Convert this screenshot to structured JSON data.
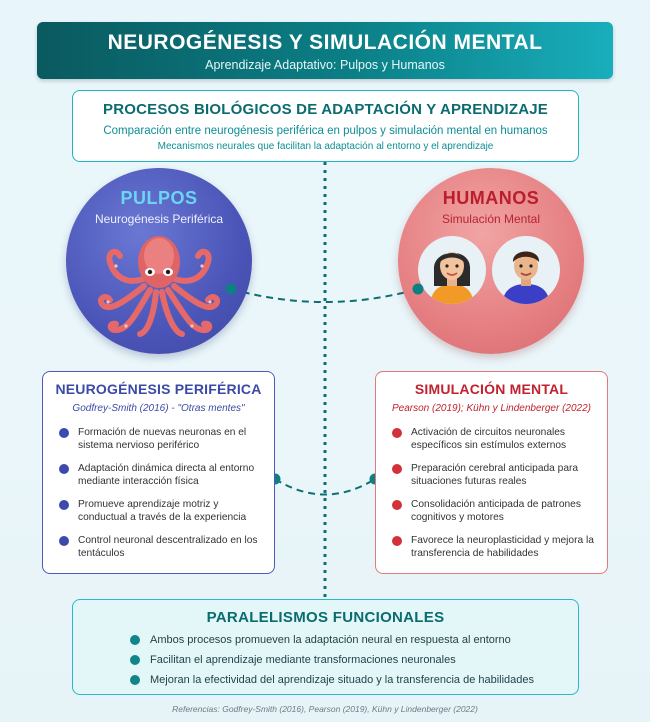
{
  "header": {
    "title": "NEUROGÉNESIS Y SIMULACIÓN MENTAL",
    "subtitle": "Aprendizaje Adaptativo: Pulpos y Humanos"
  },
  "process": {
    "title": "PROCESOS BIOLÓGICOS DE ADAPTACIÓN Y APRENDIZAJE",
    "line1": "Comparación entre neurogénesis periférica en pulpos y simulación mental en humanos",
    "line2": "Mecanismos neurales que facilitan la adaptación al entorno y el aprendizaje"
  },
  "octopus_circle": {
    "title": "PULPOS",
    "subtitle": "Neurogénesis Periférica",
    "icon": "octopus-icon"
  },
  "human_circle": {
    "title": "HUMANOS",
    "subtitle": "Simulación Mental",
    "icons": [
      "woman-avatar-icon",
      "man-avatar-icon"
    ]
  },
  "left_box": {
    "title": "NEUROGÉNESIS PERIFÉRICA",
    "citation": "Godfrey-Smith (2016) - \"Otras mentes\"",
    "items": [
      "Formación de nuevas neuronas en el sistema nervioso periférico",
      "Adaptación dinámica directa al entorno mediante interacción física",
      "Promueve aprendizaje motriz y conductual a través de la experiencia",
      "Control neuronal descentralizado en los tentáculos"
    ]
  },
  "right_box": {
    "title": "SIMULACIÓN MENTAL",
    "citation": "Pearson (2019); Kühn y Lindenberger (2022)",
    "items": [
      "Activación de circuitos neuronales específicos sin estímulos externos",
      "Preparación cerebral anticipada para situaciones futuras reales",
      "Consolidación anticipada de patrones cognitivos y motores",
      "Favorece la neuroplasticidad y mejora la transferencia de habilidades"
    ]
  },
  "parallels": {
    "title": "PARALELISMOS FUNCIONALES",
    "items": [
      "Ambos procesos promueven la adaptación neural en respuesta al entorno",
      "Facilitan el aprendizaje mediante transformaciones neuronales",
      "Mejoran la efectividad del aprendizaje situado y la transferencia de habilidades"
    ]
  },
  "references": "Referencias: Godfrey-Smith (2016), Pearson (2019), Kühn y Lindenberger (2022)",
  "colors": {
    "teal_dark": "#0b6b6e",
    "teal_accent": "#23b3c2",
    "octopus_blue": "#4b55b8",
    "human_red": "#e57f82",
    "connector": "#0e6f73"
  }
}
